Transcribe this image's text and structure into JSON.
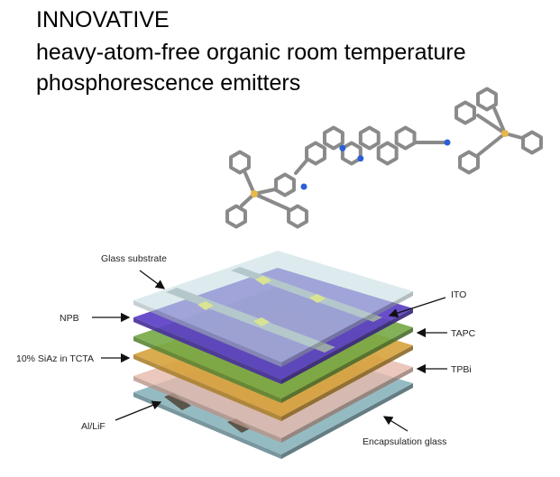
{
  "title": {
    "line1": "INNOVATIVE",
    "line2": "heavy-atom-free organic room temperature",
    "line3": "phosphorescence emitters"
  },
  "device_labels": {
    "glass_substrate": "Glass substrate",
    "npb": "NPB",
    "emitting_layer": "10% SiAz in TCTA",
    "cathode": "Al/LiF",
    "ito": "ITO",
    "tapc": "TAPC",
    "tpbi": "TPBi",
    "encapsulation": "Encapsulation glass"
  },
  "colors": {
    "glass": "#c7dde2",
    "npb": "#5b3fc4",
    "tapc": "#74a845",
    "eml": "#d6a23c",
    "tpbi": "#e6b9ab",
    "encapsulation": "#8fb7bf",
    "ito": "#9aa6a8",
    "pad": "#f2ee1c",
    "cathode": "#5a554a",
    "bond": "#8a8a8a",
    "nitrogen": "#2a5fd6",
    "sulfur": "#e8b84a"
  }
}
